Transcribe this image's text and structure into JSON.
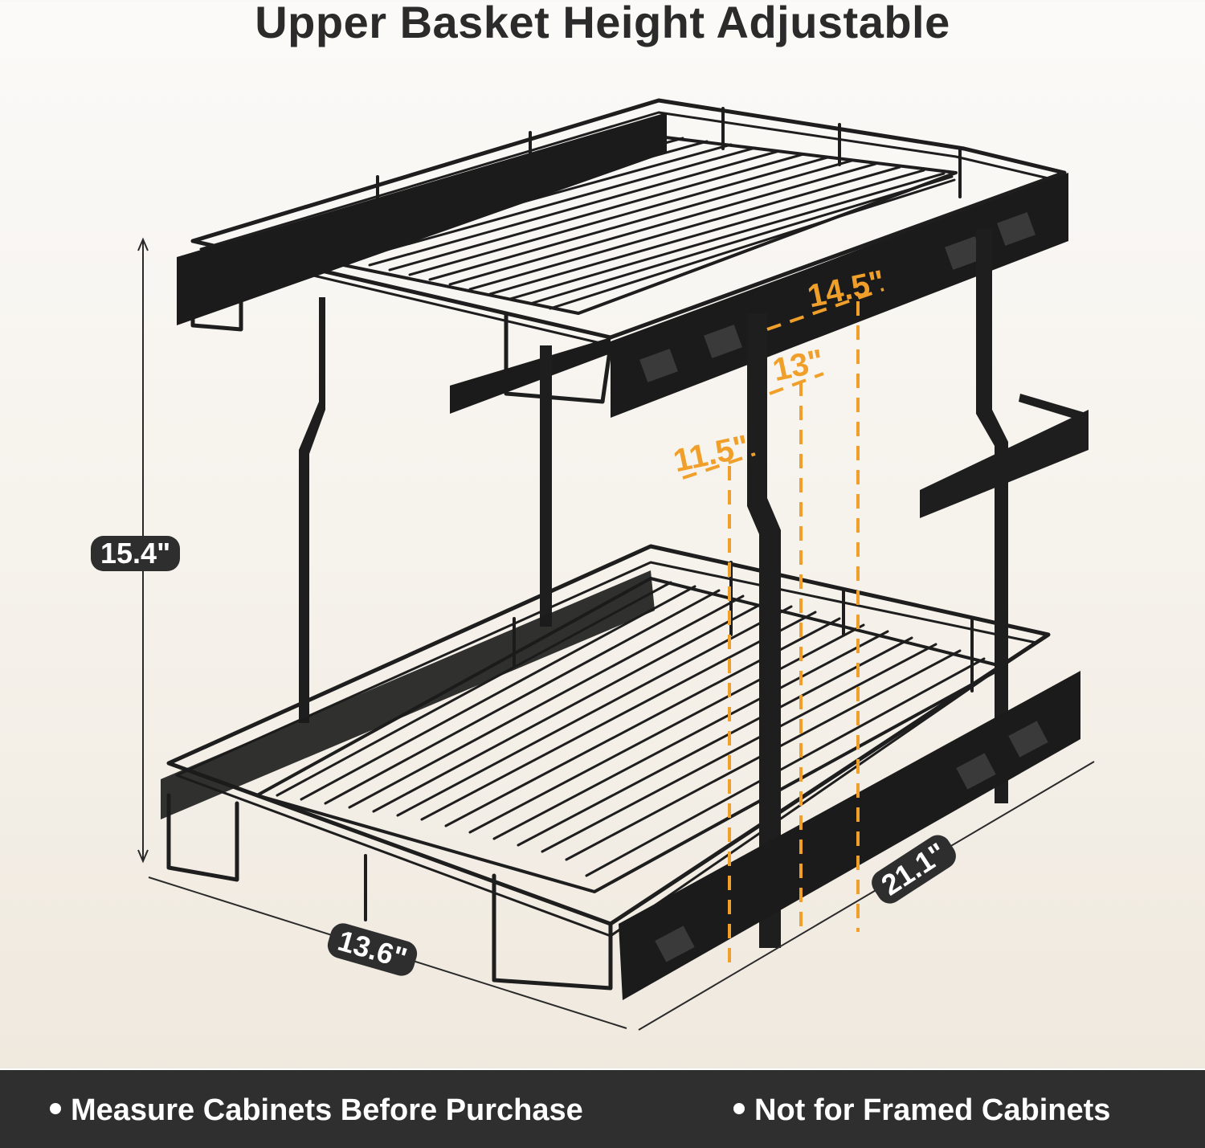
{
  "title": "Upper Basket Height Adjustable",
  "dimensions": {
    "height": "15.4\"",
    "width": "13.6\"",
    "depth": "21.1\"",
    "upper_heights": [
      "14.5\"",
      "13\"",
      "11.5\""
    ]
  },
  "footer": {
    "items": [
      {
        "label": "Measure Cabinets Before Purchase"
      },
      {
        "label": "Not for Framed Cabinets"
      }
    ]
  },
  "colors": {
    "background": "#f5f1ea",
    "footer_bg": "#2f2f2f",
    "accent_orange": "#f0a02a",
    "metal": "#1e1e1e",
    "pill": "#2e2e2e"
  }
}
